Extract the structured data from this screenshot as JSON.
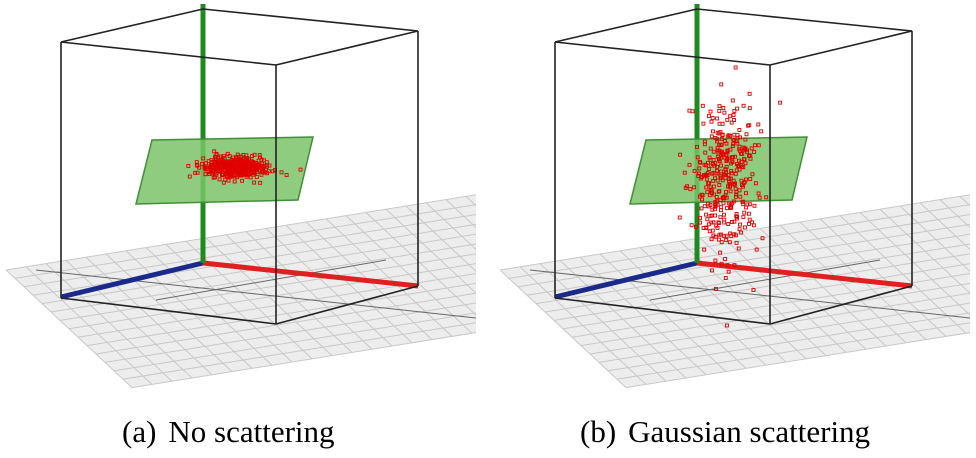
{
  "figure": {
    "panels": [
      {
        "id": "a",
        "label": "(a)",
        "caption": "No scattering",
        "spread": "none"
      },
      {
        "id": "b",
        "label": "(b)",
        "caption": "Gaussian scattering",
        "spread": "gaussian"
      }
    ],
    "colors": {
      "x_axis": "#e02020",
      "y_axis": "#1a2a8a",
      "z_axis": "#1f8a1f",
      "plane_fill": "#7cc36a",
      "plane_stroke": "#3f8f35",
      "points": "#e00000",
      "grid": "#c8c8c8",
      "box": "#222222"
    }
  }
}
